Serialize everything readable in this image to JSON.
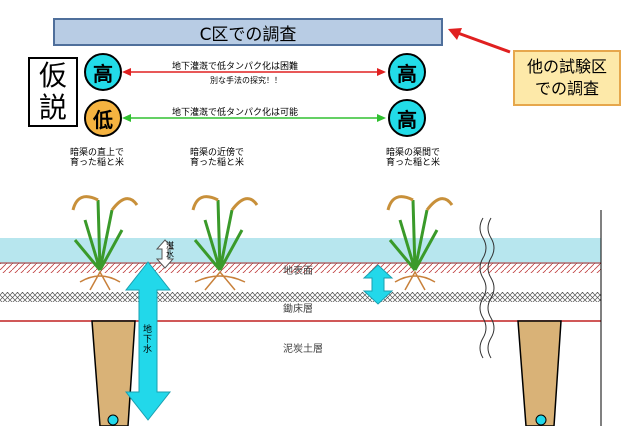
{
  "title": "C区での調査",
  "callout": {
    "line1": "他の試験区",
    "line2": "での調査"
  },
  "hypothesis": {
    "line1": "仮",
    "line2": "説"
  },
  "rows": [
    {
      "left": "高",
      "right": "高",
      "text1": "地下灌漑で低タンパク化は困難",
      "text2": "別な手法の探究！！",
      "color": "#e02020"
    },
    {
      "left": "低",
      "right": "高",
      "text1": "地下灌漑で低タンパク化は可能",
      "text2": "",
      "color": "#30c030"
    }
  ],
  "plants": [
    {
      "line1": "暗渠の直上で",
      "line2": "育った稲と米"
    },
    {
      "line1": "暗渠の近傍で",
      "line2": "育った稲と米"
    },
    {
      "line1": "暗渠の渠間で",
      "line2": "育った稲と米"
    }
  ],
  "labels": {
    "surface": "地表面",
    "plow_pan": "鋤床層",
    "peat": "泥炭土層",
    "flooding": "湛水",
    "groundwater": "地下水"
  },
  "colors": {
    "title_bg": "#b8cce4",
    "callout_bg": "#fde9a9",
    "high": "#22dce8",
    "low": "#f5b340",
    "water": "#b7e6ee",
    "arrow": "#22d8ea"
  }
}
